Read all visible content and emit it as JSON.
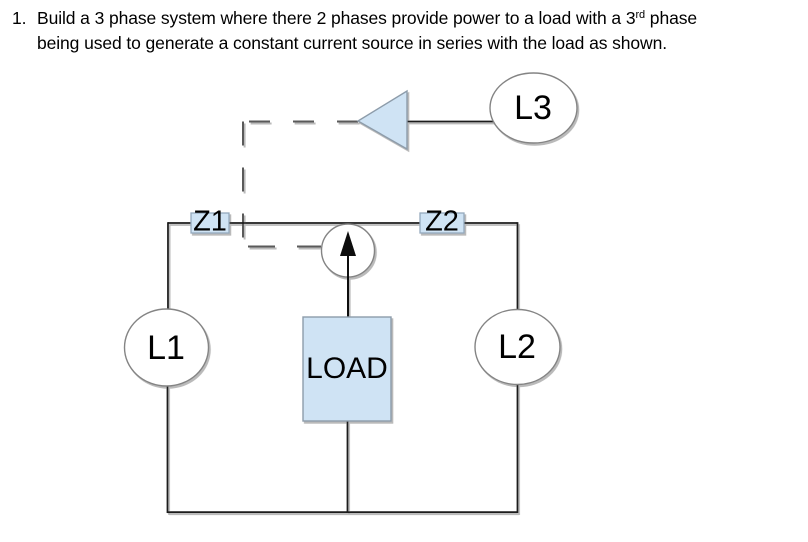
{
  "question": {
    "number": "1.",
    "line1_before_sup": "Build a 3 phase system where there 2 phases provide power to a load with a 3",
    "superscript": "rd",
    "line1_after_sup": " phase",
    "line2": "being used to generate a constant current source in series with the load as shown."
  },
  "diagram": {
    "phase_sources": [
      {
        "id": "L1",
        "label": "L1"
      },
      {
        "id": "L2",
        "label": "L2"
      },
      {
        "id": "L3",
        "label": "L3"
      }
    ],
    "impedances": [
      {
        "id": "Z1",
        "label": "Z1"
      },
      {
        "id": "Z2",
        "label": "Z2"
      }
    ],
    "load": {
      "label": "LOAD"
    },
    "current_source": {
      "symbol": "upward-arrow"
    },
    "amplifier": {
      "symbol": "left-pointing-triangle"
    },
    "colors": {
      "component_fill": "#cfe3f4",
      "component_outline": "#94a9bc",
      "circle_outline": "#848484",
      "wire": "#1a1a1a",
      "dashed_control": "#5a5a5a"
    }
  }
}
